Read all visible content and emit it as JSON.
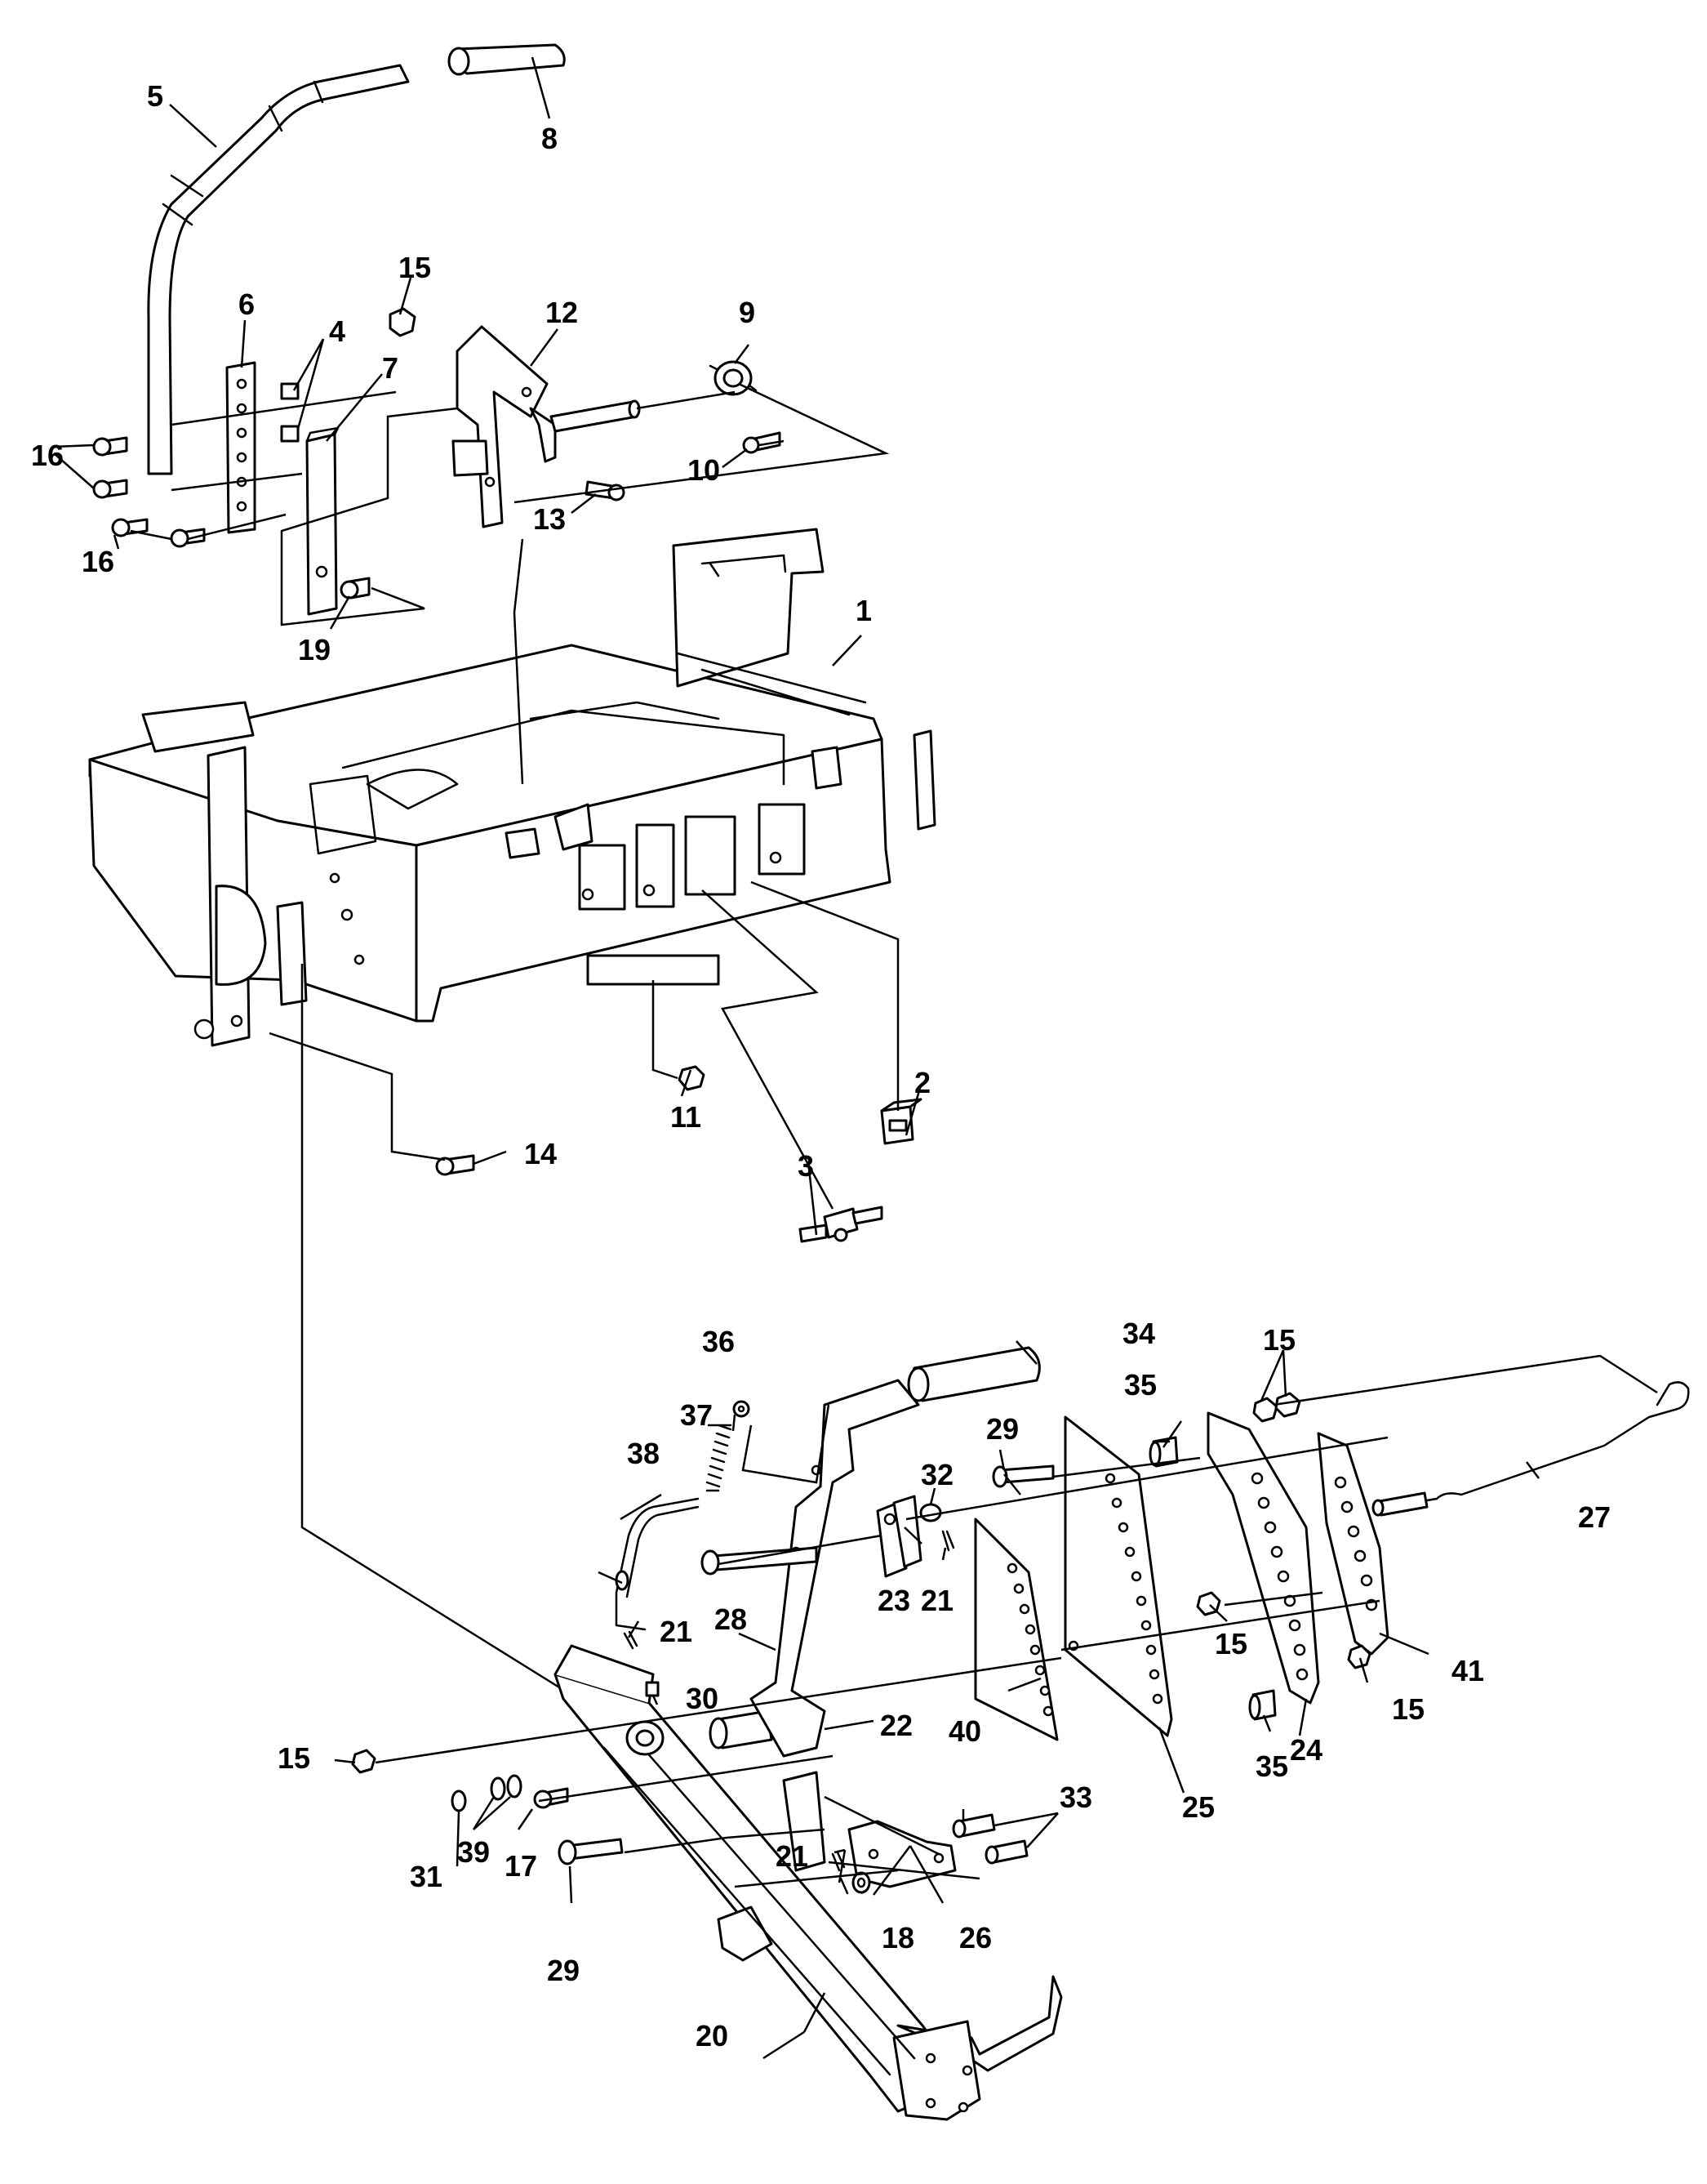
{
  "callouts": [
    {
      "id": "1",
      "label": "1"
    },
    {
      "id": "2",
      "label": "2"
    },
    {
      "id": "3",
      "label": "3"
    },
    {
      "id": "4",
      "label": "4"
    },
    {
      "id": "5",
      "label": "5"
    },
    {
      "id": "6",
      "label": "6"
    },
    {
      "id": "7",
      "label": "7"
    },
    {
      "id": "8",
      "label": "8"
    },
    {
      "id": "9",
      "label": "9"
    },
    {
      "id": "10",
      "label": "10"
    },
    {
      "id": "11",
      "label": "11"
    },
    {
      "id": "12",
      "label": "12"
    },
    {
      "id": "13",
      "label": "13"
    },
    {
      "id": "14",
      "label": "14"
    },
    {
      "id": "15a",
      "label": "15"
    },
    {
      "id": "15b",
      "label": "15"
    },
    {
      "id": "15c",
      "label": "15"
    },
    {
      "id": "15d",
      "label": "15"
    },
    {
      "id": "15e",
      "label": "15"
    },
    {
      "id": "16a",
      "label": "16"
    },
    {
      "id": "16b",
      "label": "16"
    },
    {
      "id": "17",
      "label": "17"
    },
    {
      "id": "18",
      "label": "18"
    },
    {
      "id": "19",
      "label": "19"
    },
    {
      "id": "20",
      "label": "20"
    },
    {
      "id": "21a",
      "label": "21"
    },
    {
      "id": "21b",
      "label": "21"
    },
    {
      "id": "21c",
      "label": "21"
    },
    {
      "id": "22",
      "label": "22"
    },
    {
      "id": "23",
      "label": "23"
    },
    {
      "id": "24",
      "label": "24"
    },
    {
      "id": "25",
      "label": "25"
    },
    {
      "id": "26",
      "label": "26"
    },
    {
      "id": "27",
      "label": "27"
    },
    {
      "id": "28",
      "label": "28"
    },
    {
      "id": "29a",
      "label": "29"
    },
    {
      "id": "29b",
      "label": "29"
    },
    {
      "id": "30",
      "label": "30"
    },
    {
      "id": "31",
      "label": "31"
    },
    {
      "id": "32",
      "label": "32"
    },
    {
      "id": "33",
      "label": "33"
    },
    {
      "id": "34",
      "label": "34"
    },
    {
      "id": "35a",
      "label": "35"
    },
    {
      "id": "35b",
      "label": "35"
    },
    {
      "id": "36",
      "label": "36"
    },
    {
      "id": "37",
      "label": "37"
    },
    {
      "id": "38",
      "label": "38"
    },
    {
      "id": "39",
      "label": "39"
    },
    {
      "id": "40",
      "label": "40"
    },
    {
      "id": "41",
      "label": "41"
    }
  ]
}
